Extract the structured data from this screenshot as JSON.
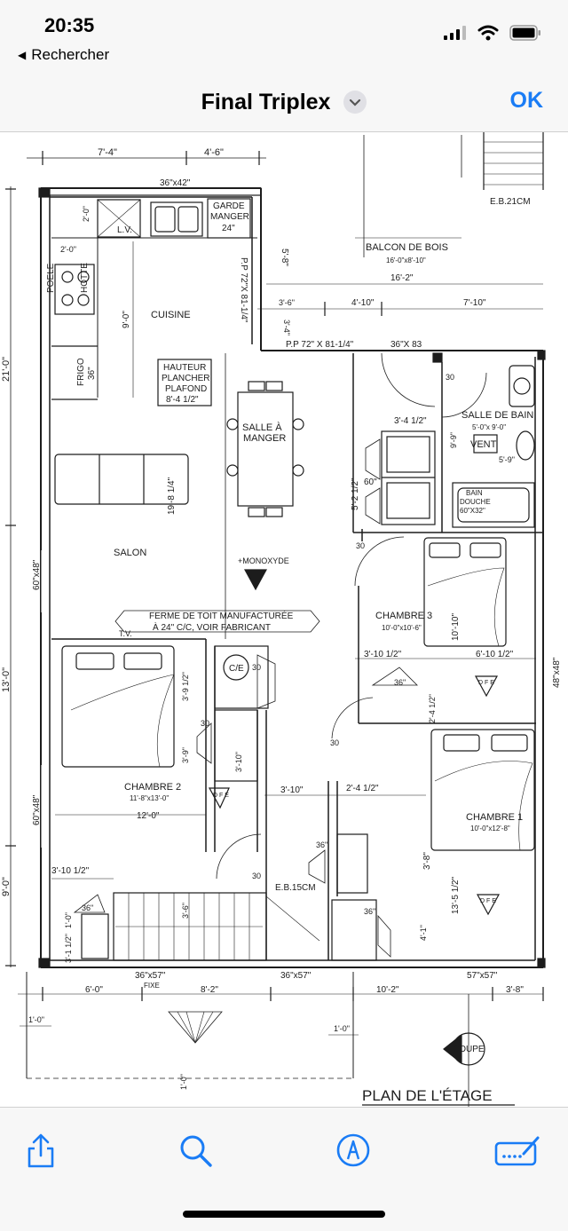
{
  "status": {
    "time": "20:35",
    "back_label": "Rechercher"
  },
  "nav": {
    "title": "Final Triplex",
    "ok_label": "OK"
  },
  "plan": {
    "title": "PLAN DE L'ÉTAGE",
    "rooms": {
      "kitchen": "CUISINE",
      "dining_1": "SALLE À",
      "dining_2": "MANGER",
      "living": "SALON",
      "bedroom2": "CHAMBRE 2",
      "bedroom2_dim": "11'-8\"x13'-0\"",
      "bedroom3": "CHAMBRE 3",
      "bedroom3_dim": "10'-0\"x10'-6\"",
      "bedroom1": "CHAMBRE 1",
      "bedroom1_dim": "10'-0\"x12'-8\"",
      "bathroom": "SALLE DE BAIN",
      "bathroom_dim": "5'-0\"x 9'-0\"",
      "balcony": "BALCON DE BOIS",
      "balcony_dim": "16'-0\"x8'-10\""
    },
    "labels": {
      "garde_1": "GARDE",
      "garde_2": "MANGER",
      "garde_3": "24\"",
      "lv": "L.V.",
      "poele": "POELE",
      "hotte": "HOTTE",
      "frigo": "FRIGO",
      "frigo_size": "36\"",
      "hauteur_1": "HAUTEUR",
      "hauteur_2": "PLANCHER",
      "hauteur_3": "PLAFOND",
      "hauteur_4": "8'-4 1/2\"",
      "monoxyde": "+MONOXYDE",
      "ferme_1": "FERME DE TOIT MANUFACTURÉE",
      "ferme_2": "À 24\" C/C, VOIR FABRICANT",
      "tv": "T.V.",
      "ce": "C/E",
      "vent": "VENT",
      "bain_1": "BAIN",
      "bain_2": "DOUCHE",
      "bain_3": "60\"X32\"",
      "eb21": "E.B.21CM",
      "eb15": "E.B.15CM",
      "pp_vert": "P.P 72\"X 81-1/4\"",
      "pp_horiz": "P.P 72\" X 81-1/4\"",
      "w3683": "36\"X 83",
      "w3642": "36\"x42\"",
      "w6048_a": "60\"x48\"",
      "w6048_b": "60\"x48\"",
      "w4848": "48\"x48\"",
      "w3657_a": "36\"x57\"",
      "fixe": "FIXE",
      "w3657_b": "36\"x57\"",
      "w5757": "57\"x57\"",
      "coupe": "COUPE",
      "dfe": "D F E"
    },
    "dims": {
      "d_7_4": "7'-4\"",
      "d_4_6": "4'-6\"",
      "d_21_0": "21'-0\"",
      "d_13_0": "13'-0\"",
      "d_9_0": "9'-0\"",
      "d_2_0a": "2'-0\"",
      "d_2_0b": "2'-0\"",
      "d_9_0k": "9'-0\"",
      "d_5_8": "5'-8\"",
      "d_16_2": "16'-2\"",
      "d_3_6": "3'-6\"",
      "d_4_10": "4'-10\"",
      "d_7_10": "7'-10\"",
      "d_3_4": "3'-4\"",
      "d_19_8": "19'-8 1/4\"",
      "d_3_4_12": "3'-4 1/2\"",
      "d_5_2_12": "5'-2 1/2\"",
      "d_60": "60\"",
      "d_9_9": "9'-9\"",
      "d_5_9": "5'-9\"",
      "d_30a": "30",
      "d_30b": "30",
      "d_30c": "30",
      "d_30d": "30",
      "d_30e": "30",
      "d_30f": "30",
      "d_10_10": "10'-10\"",
      "d_3_10_12a": "3'-10 1/2\"",
      "d_6_10_12": "6'-10 1/2\"",
      "d_36a": "36\"",
      "d_2_4_12v": "2'-4 1/2\"",
      "d_3_9_12": "3'-9 1/2\"",
      "d_3_9": "3'-9\"",
      "d_3_10v": "3'-10\"",
      "d_12_0": "12'-0\"",
      "d_3_10": "3'-10\"",
      "d_2_4_12": "2'-4 1/2\"",
      "d_36b": "36\"",
      "d_3_8v": "3'-8\"",
      "d_13_5_12": "13'-5 1/2\"",
      "d_3_10_12b": "3'-10 1/2\"",
      "d_36c": "36\"",
      "d_3_6v": "3'-6\"",
      "d_36d": "36\"",
      "d_4_1": "4'-1\"",
      "d_3_1_12": "3'-1 1/2\"",
      "d_6_0": "6'-0\"",
      "d_8_2": "8'-2\"",
      "d_10_2": "10'-2\"",
      "d_3_8": "3'-8\"",
      "d_1_0a": "1'-0\"",
      "d_1_0b": "1'-0\"",
      "d_1_0c": "1'-0\""
    }
  },
  "toolbar": {
    "share": "share-icon",
    "search": "search-icon",
    "markup": "markup-icon",
    "signature": "signature-icon"
  },
  "colors": {
    "accent": "#1a7cf5",
    "ink": "#1c1c1c"
  }
}
